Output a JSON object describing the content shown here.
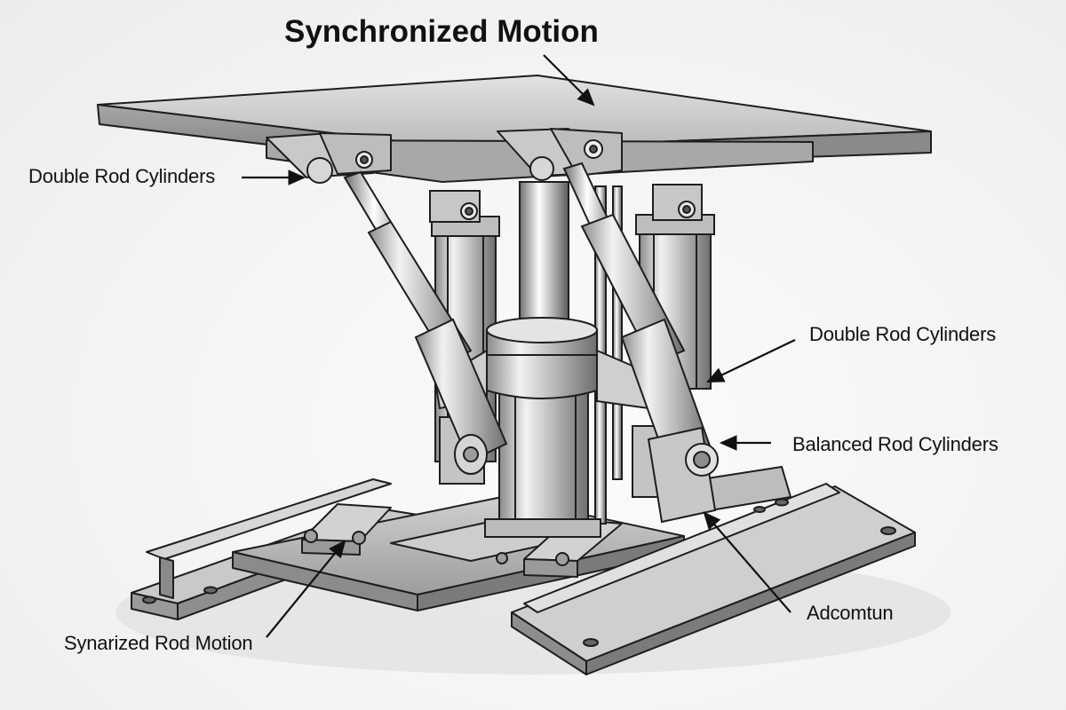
{
  "diagram": {
    "title": "Synchronized Motion",
    "labels": {
      "top_left": "Double Rod Cylinders",
      "right_upper": "Double Rod Cylinders",
      "right_middle": "Balanced Rod Cylinders",
      "right_lower": "Adcomtun",
      "bottom_left": "Synarized Rod Motion"
    }
  },
  "colors": {
    "background": "#f3f3f3",
    "metal_light": "#d9d9d9",
    "metal_mid": "#b5b5b5",
    "metal_dark": "#7d7d7d",
    "outline": "#1e1e1e"
  }
}
